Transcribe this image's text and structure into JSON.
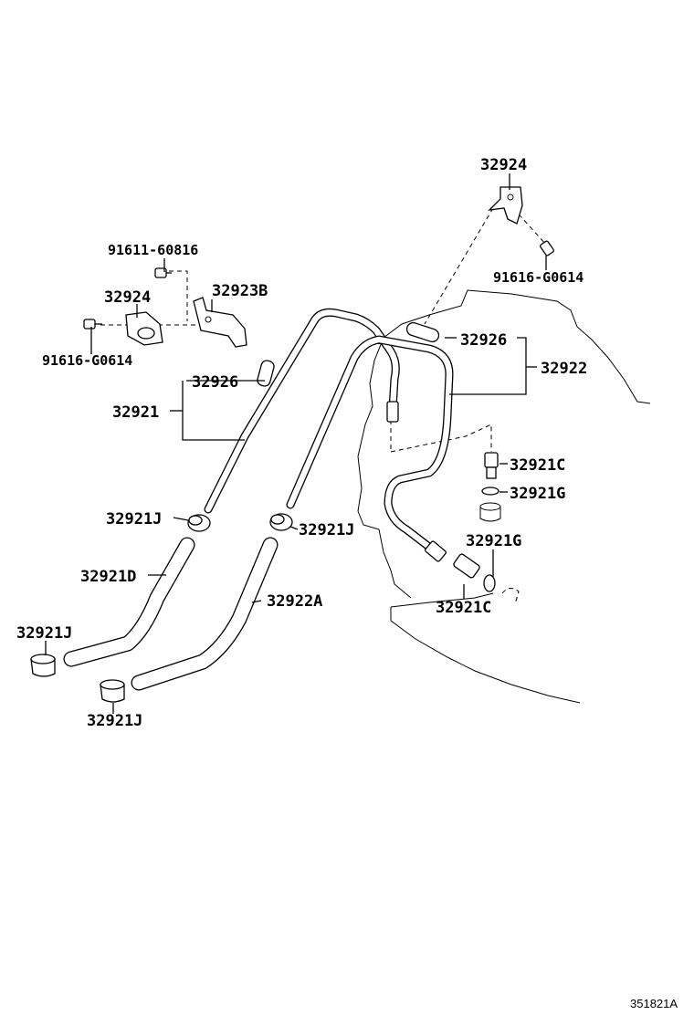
{
  "diagram": {
    "labels": {
      "p32924_top": "32924",
      "p91616_right": "91616-G0614",
      "p91611": "91611-60816",
      "p32924_left": "32924",
      "p32923B": "32923B",
      "p91616_left": "91616-G0614",
      "p32926_right": "32926",
      "p32922": "32922",
      "p32926_left": "32926",
      "p32921": "32921",
      "p32921C_upper": "32921C",
      "p32921G_upper": "32921G",
      "p32921G_lower": "32921G",
      "p32921C_lower": "32921C",
      "p32921J_a": "32921J",
      "p32921J_b": "32921J",
      "p32921D": "32921D",
      "p32922A": "32922A",
      "p32921J_c": "32921J",
      "p32921J_d": "32921J"
    },
    "reference_code": "351821A"
  }
}
